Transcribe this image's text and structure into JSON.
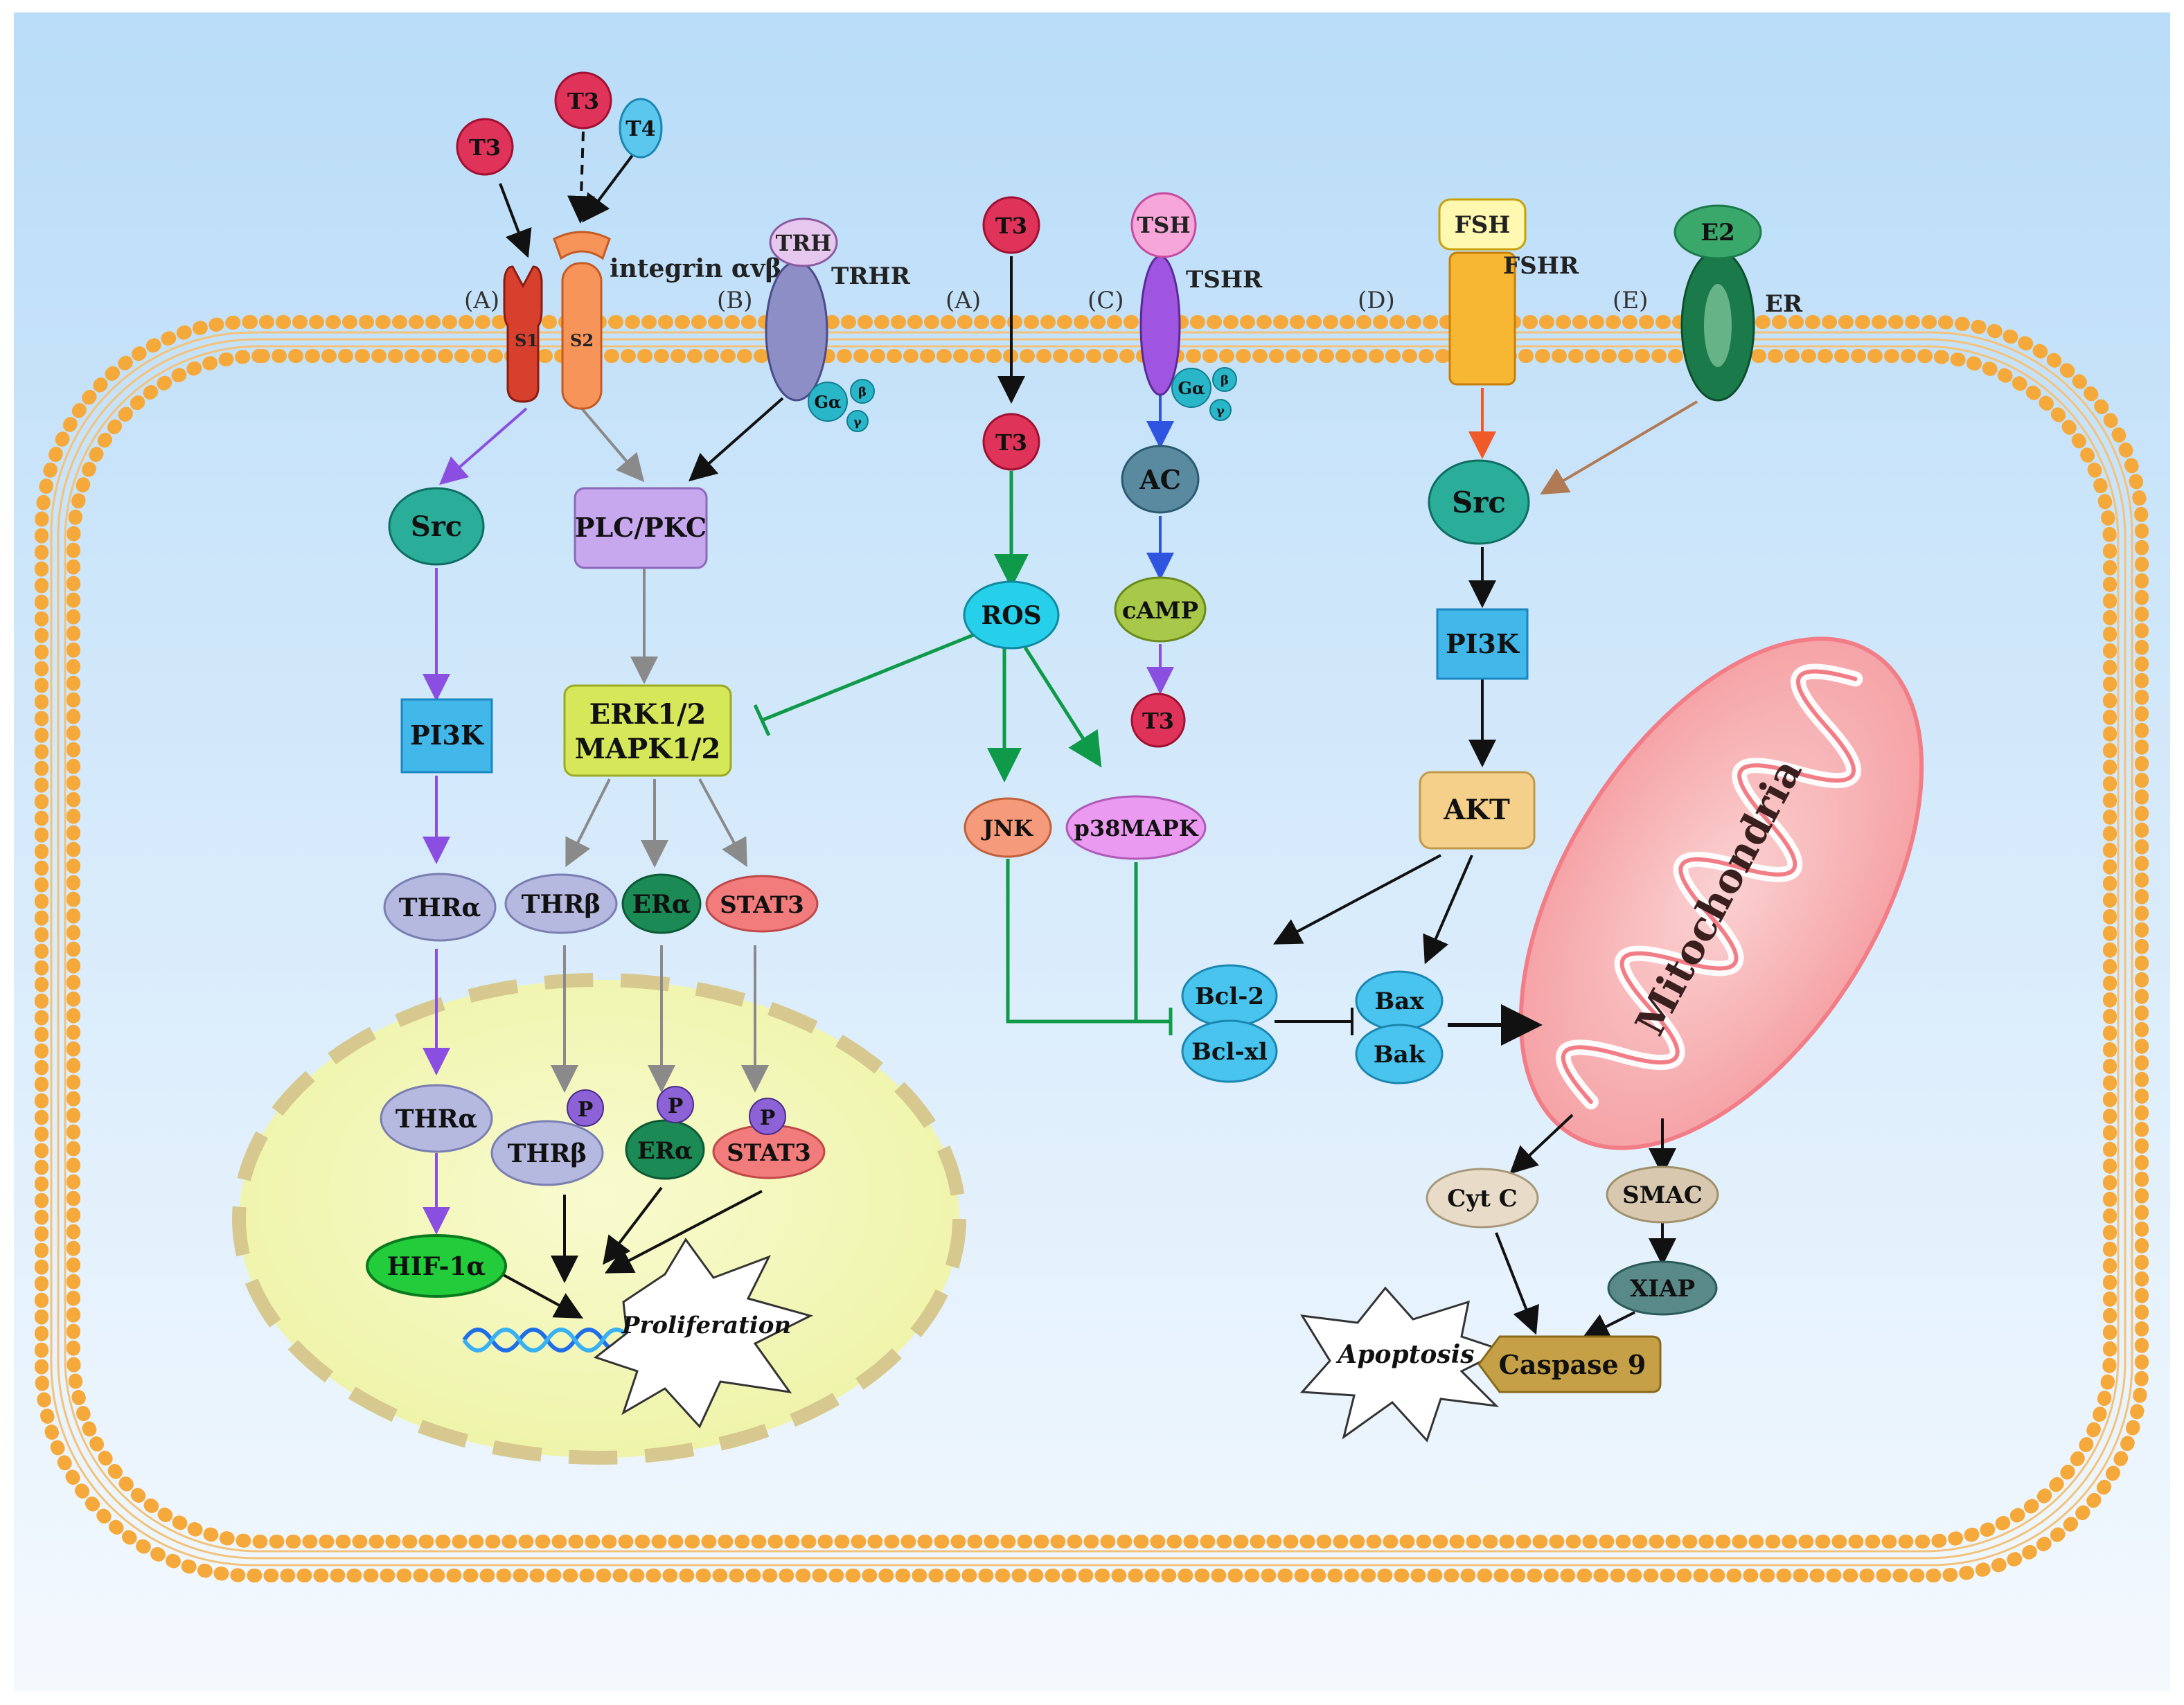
{
  "panel_labels": {
    "a1": "(A)",
    "b": "(B)",
    "a2": "(A)",
    "c": "(C)",
    "d": "(D)",
    "e": "(E)"
  },
  "ligands": {
    "t3_s1": "T3",
    "t3_s2": "T3",
    "t4": "T4",
    "trh": "TRH",
    "t3_free": "T3",
    "tsh": "TSH",
    "fsh": "FSH",
    "e2": "E2"
  },
  "receptors": {
    "s1": "S1",
    "s2": "S2",
    "integrin": "integrin αvβ3",
    "trhr": "TRHR",
    "tshr": "TSHR",
    "fshr": "FSHR",
    "er": "ER"
  },
  "g_protein": {
    "alpha": "Gα",
    "beta": "β",
    "gamma": "γ"
  },
  "nodes": {
    "src_left": "Src",
    "plc_pkc": "PLC/PKC",
    "pi3k_left": "PI3K",
    "erk_line1": "ERK1/2",
    "erk_line2": "MAPK1/2",
    "thra": "THRα",
    "thrb": "THRβ",
    "era": "ERα",
    "stat3": "STAT3",
    "t3_internal": "T3",
    "ros": "ROS",
    "jnk": "JNK",
    "p38": "p38MAPK",
    "ac": "AC",
    "camp": "cAMP",
    "t3_camp": "T3",
    "src_right": "Src",
    "pi3k_right": "PI3K",
    "akt": "AKT",
    "bcl2": "Bcl-2",
    "bclxl": "Bcl-xl",
    "bax": "Bax",
    "bak": "Bak",
    "mitochondria": "Mitochondria",
    "cytc": "Cyt C",
    "smac": "SMAC",
    "xiap": "XIAP",
    "caspase9": "Caspase 9",
    "apoptosis": "Apoptosis"
  },
  "nucleus": {
    "thra": "THRα",
    "thrb": "THRβ",
    "era": "ERα",
    "stat3": "STAT3",
    "phospho": "P",
    "hif": "HIF-1α",
    "proliferation": "Proliferation"
  },
  "colors": {
    "background_top": "#b8dcf8",
    "background_bottom": "#f3f9fe",
    "membrane": "#f6a93b",
    "nucleus": "#f4f7b8",
    "purple_arrow": "#8a4fe0",
    "green_arrow": "#0f9a4a",
    "gray_arrow": "#8a8a8a"
  }
}
